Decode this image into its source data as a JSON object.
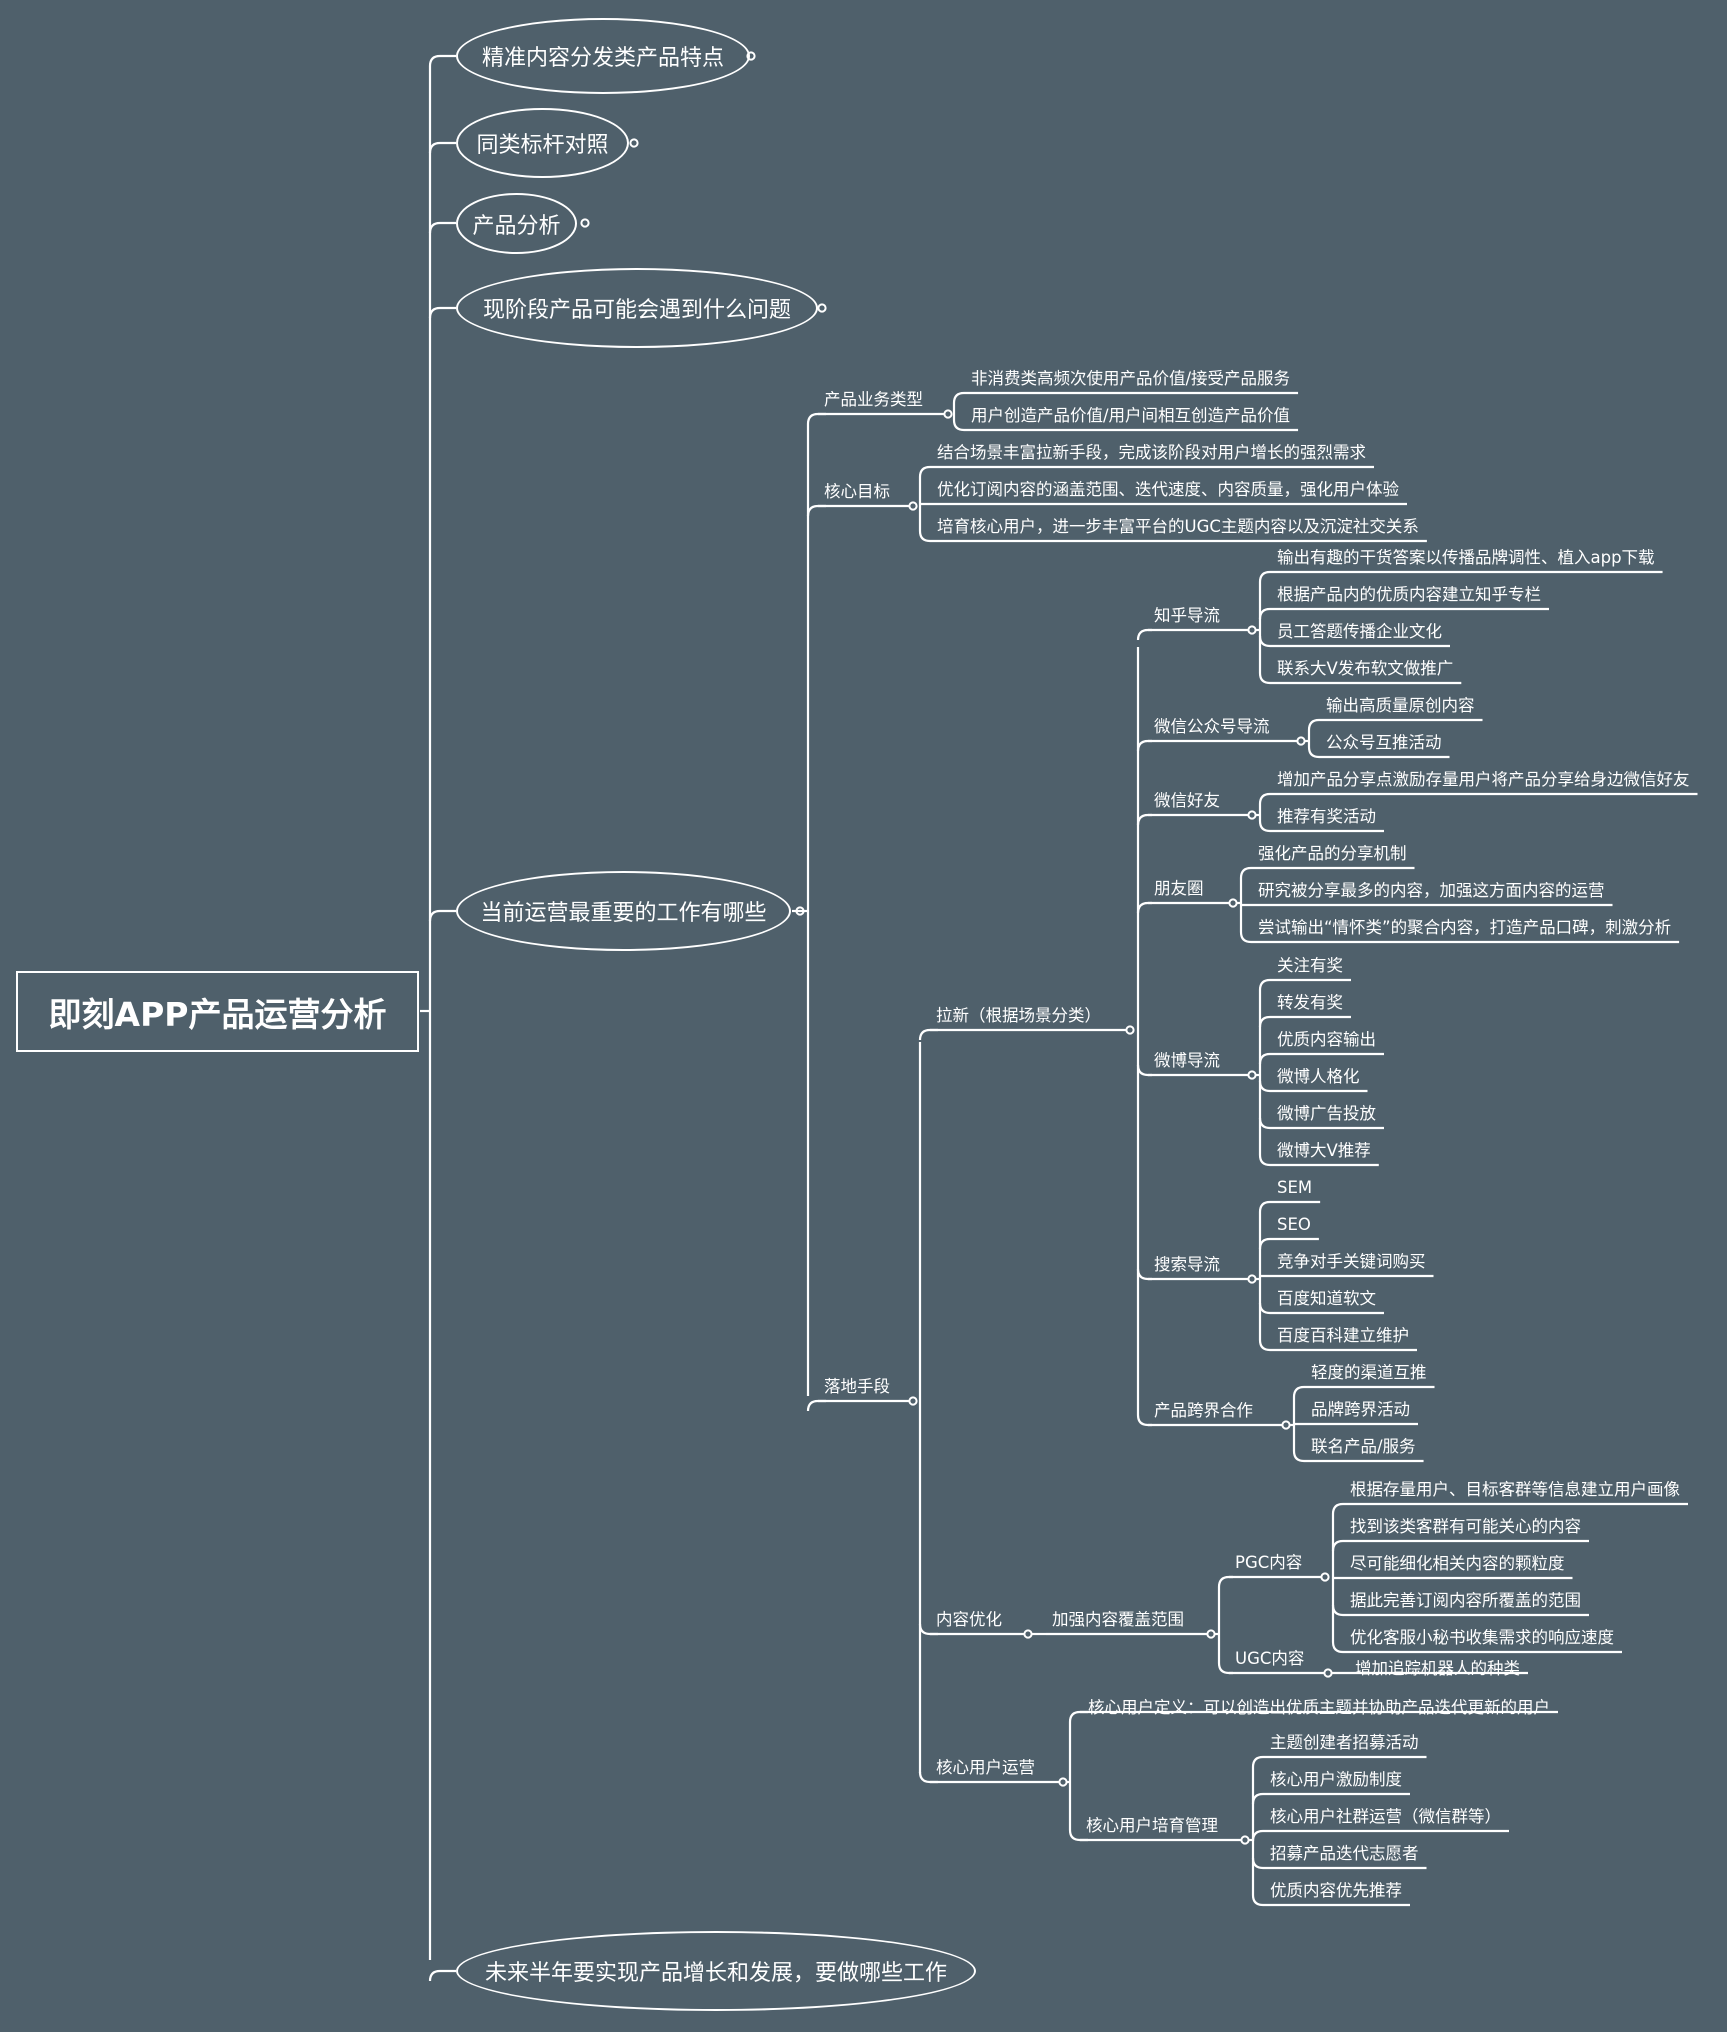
{
  "root": "即刻APP产品运营分析",
  "branches": [
    "精准内容分发类产品特点",
    "同类标杆对照",
    "产品分析",
    "现阶段产品可能会遇到什么问题",
    "当前运营最重要的工作有哪些",
    "未来半年要实现产品增长和发展，要做哪些工作"
  ],
  "work": {
    "business_type": {
      "label": "产品业务类型",
      "items": [
        "非消费类高频次使用产品价值/接受产品服务",
        "用户创造产品价值/用户间相互创造产品价值"
      ]
    },
    "core_goal": {
      "label": "核心目标",
      "items": [
        "结合场景丰富拉新手段，完成该阶段对用户增长的强烈需求",
        "优化订阅内容的涵盖范围、迭代速度、内容质量，强化用户体验",
        "培育核心用户，进一步丰富平台的UGC主题内容以及沉淀社交关系"
      ]
    },
    "means": {
      "label": "落地手段",
      "acquisition": {
        "label": "拉新（根据场景分类）",
        "zhihu": {
          "label": "知乎导流",
          "items": [
            "输出有趣的干货答案以传播品牌调性、植入app下载",
            "根据产品内的优质内容建立知乎专栏",
            "员工答题传播企业文化",
            "联系大V发布软文做推广"
          ]
        },
        "wechat_official": {
          "label": "微信公众号导流",
          "items": [
            "输出高质量原创内容",
            "公众号互推活动"
          ]
        },
        "wechat_friends": {
          "label": "微信好友",
          "items": [
            "增加产品分享点激励存量用户将产品分享给身边微信好友",
            "推荐有奖活动"
          ]
        },
        "moments": {
          "label": "朋友圈",
          "items": [
            "强化产品的分享机制",
            "研究被分享最多的内容，加强这方面内容的运营",
            "尝试输出“情怀类”的聚合内容，打造产品口碑，刺激分析"
          ]
        },
        "weibo": {
          "label": "微博导流",
          "items": [
            "关注有奖",
            "转发有奖",
            "优质内容输出",
            "微博人格化",
            "微博广告投放",
            "微博大V推荐"
          ]
        },
        "search": {
          "label": "搜索导流",
          "items": [
            "SEM",
            "SEO",
            "竞争对手关键词购买",
            "百度知道软文",
            "百度百科建立维护"
          ]
        },
        "crossover": {
          "label": "产品跨界合作",
          "items": [
            "轻度的渠道互推",
            "品牌跨界活动",
            "联名产品/服务"
          ]
        }
      },
      "content": {
        "label": "内容优化",
        "coverage": "加强内容覆盖范围",
        "pgc": {
          "label": "PGC内容",
          "items": [
            "根据存量用户、目标客群等信息建立用户画像",
            "找到该类客群有可能关心的内容",
            "尽可能细化相关内容的颗粒度",
            "据此完善订阅内容所覆盖的范围",
            "优化客服小秘书收集需求的响应速度"
          ]
        },
        "ugc": {
          "label": "UGC内容",
          "items": [
            "增加追踪机器人的种类"
          ]
        }
      },
      "core_users": {
        "label": "核心用户运营",
        "definition": "核心用户定义：可以创造出优质主题并协助产品迭代更新的用户",
        "cultivation": {
          "label": "核心用户培育管理",
          "items": [
            "主题创建者招募活动",
            "核心用户激励制度",
            "核心用户社群运营（微信群等）",
            "招募产品迭代志愿者",
            "优质内容优先推荐"
          ]
        }
      }
    }
  }
}
